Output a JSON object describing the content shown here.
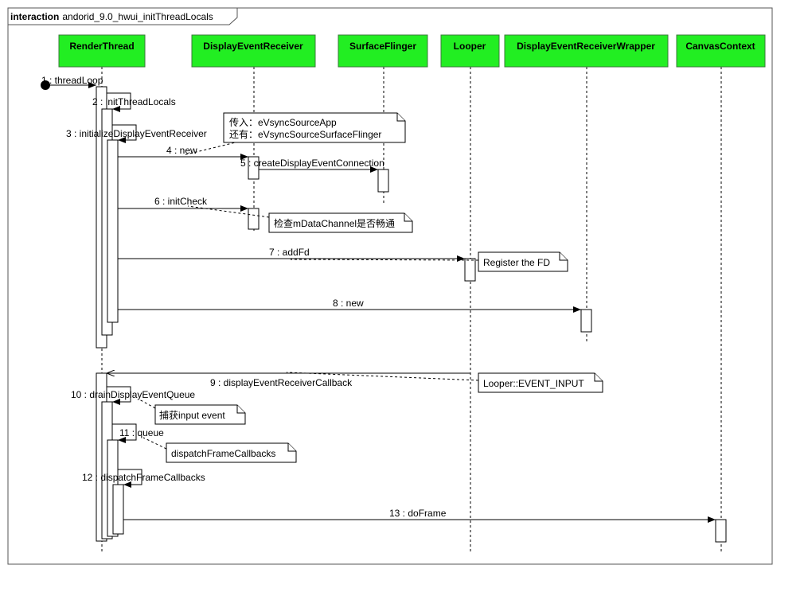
{
  "frame": {
    "keyword": "interaction",
    "name": "andorid_9.0_hwui_initThreadLocals"
  },
  "colors": {
    "lifeline_fill": "#22ee22",
    "lifeline_border": "#3a7a3a",
    "note_fill": "#ffffff",
    "line": "#000000"
  },
  "lifelines": [
    {
      "id": "render-thread",
      "label": "RenderThread"
    },
    {
      "id": "display-event-receiver",
      "label": "DisplayEventReceiver"
    },
    {
      "id": "surface-flinger",
      "label": "SurfaceFlinger"
    },
    {
      "id": "looper",
      "label": "Looper"
    },
    {
      "id": "display-event-receiver-wrapper",
      "label": "DisplayEventReceiverWrapper"
    },
    {
      "id": "canvas-context",
      "label": "CanvasContext"
    }
  ],
  "messages": [
    {
      "num": "1",
      "name": "threadLoop",
      "label": "1 : threadLoop"
    },
    {
      "num": "2",
      "name": "initThreadLocals",
      "label": "2 : initThreadLocals"
    },
    {
      "num": "3",
      "name": "initializeDisplayEventReceiver",
      "label": "3 : initializeDisplayEventReceiver"
    },
    {
      "num": "4",
      "name": "new",
      "label": "4 : new"
    },
    {
      "num": "5",
      "name": "createDisplayEventConnection",
      "label": "5 : createDisplayEventConnection"
    },
    {
      "num": "6",
      "name": "initCheck",
      "label": "6 : initCheck"
    },
    {
      "num": "7",
      "name": "addFd",
      "label": "7 : addFd"
    },
    {
      "num": "8",
      "name": "new",
      "label": "8 : new"
    },
    {
      "num": "9",
      "name": "displayEventReceiverCallback",
      "label": "9 : displayEventReceiverCallback"
    },
    {
      "num": "10",
      "name": "drainDisplayEventQueue",
      "label": "10 : drainDisplayEventQueue"
    },
    {
      "num": "11",
      "name": "queue",
      "label": "11 : queue"
    },
    {
      "num": "12",
      "name": "dispatchFrameCallbacks",
      "label": "12 : dispatchFrameCallbacks"
    },
    {
      "num": "13",
      "name": "doFrame",
      "label": "13 : doFrame"
    }
  ],
  "notes": [
    {
      "id": "vsync-source",
      "lines": [
        "传入：eVsyncSourceApp",
        "还有：eVsyncSourceSurfaceFlinger"
      ]
    },
    {
      "id": "check-channel",
      "lines": [
        "检查mDataChannel是否畅通"
      ]
    },
    {
      "id": "register-fd",
      "lines": [
        "Register the FD"
      ]
    },
    {
      "id": "event-input",
      "lines": [
        "Looper::EVENT_INPUT"
      ]
    },
    {
      "id": "capture-input",
      "lines": [
        "捕获input event"
      ]
    },
    {
      "id": "dispatch-frame",
      "lines": [
        "dispatchFrameCallbacks"
      ]
    }
  ]
}
